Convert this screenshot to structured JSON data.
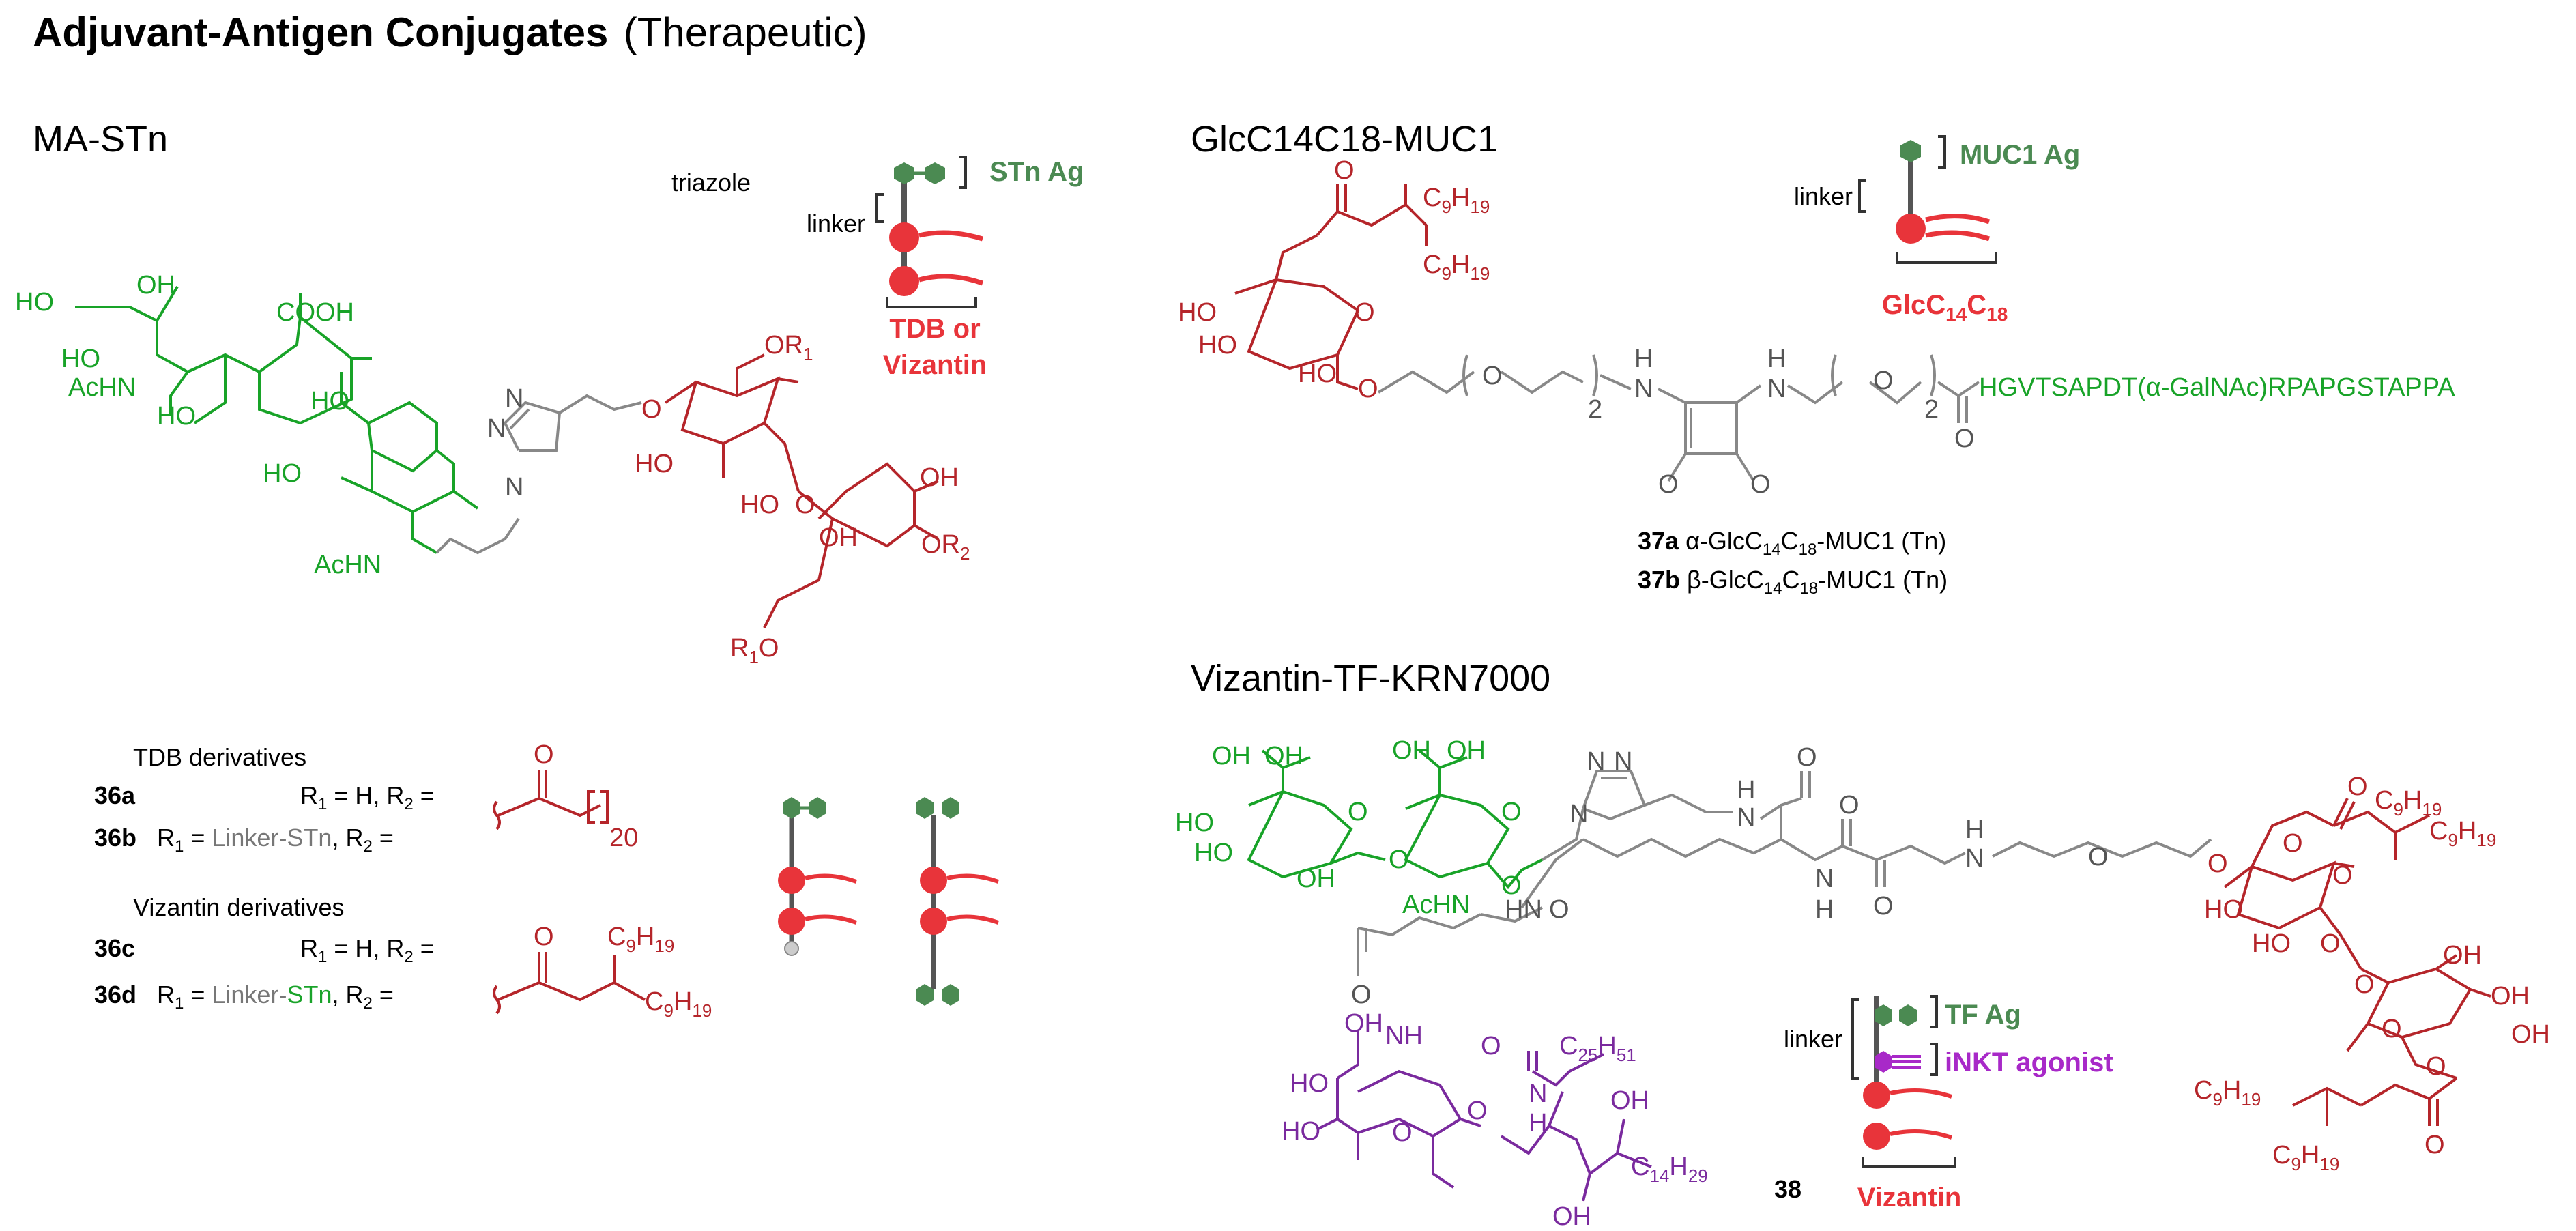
{
  "title": {
    "bold": "Adjuvant-Antigen Conjugates",
    "normal": "(Therapeutic)"
  },
  "sections": {
    "ma_stn": "MA-STn",
    "glc": "GlcC14C18-MUC1",
    "viz": "Vizantin-TF-KRN7000"
  },
  "ma_stn": {
    "schematic": {
      "triazole": "triazole",
      "linker": "linker",
      "antigen": "STn Ag",
      "adjuvant_line1": "TDB or",
      "adjuvant_line2": "Vizantin"
    },
    "atoms": {
      "ho1": "HO",
      "oh1": "OH",
      "cooh": "COOH",
      "ho2": "HO",
      "achn1": "AcHN",
      "ho3": "HO",
      "ho4": "HO",
      "achn2": "AcHN",
      "or1": "OR",
      "or1_sub": "1",
      "ho5": "HO",
      "ho6": "HO",
      "oh2": "OH",
      "oh3": "OH",
      "or2": "OR",
      "or2_sub": "2",
      "r1o": "R",
      "r1o_sub": "1",
      "r1o_o": "O"
    },
    "tdb_header": "TDB derivatives",
    "viz_header": "Vizantin derivatives",
    "rows": [
      {
        "id": "36a",
        "r1": "R",
        "r1sub": "1",
        "eq": " = H, R",
        "r2sub": "2",
        "end": " ="
      },
      {
        "id": "36b",
        "r1": "R",
        "r1sub": "1",
        "eq": " = ",
        "mid": "Linker-STn",
        "eq2": ", R",
        "r2sub": "2",
        "end": " ="
      },
      {
        "id": "36c",
        "r1": "R",
        "r1sub": "1",
        "eq": " = H, R",
        "r2sub": "2",
        "end": " ="
      },
      {
        "id": "36d",
        "r1": "R",
        "r1sub": "1",
        "eq": " = ",
        "mid_gray": "Linker-",
        "mid_green": "STn",
        "eq2": ", R",
        "r2sub": "2",
        "end": " ="
      }
    ],
    "acyl": {
      "o": "O",
      "n20": "20",
      "c9h19": "C",
      "c9h19_sub1": "9",
      "h": "H",
      "c9h19_sub2": "19"
    }
  },
  "glc": {
    "schematic": {
      "linker": "linker",
      "antigen": "MUC1 Ag",
      "adjuvant": "GlcC",
      "adj_sub1": "14",
      "adj_c": "C",
      "adj_sub2": "18"
    },
    "atoms": {
      "o1": "O",
      "ho1": "HO",
      "ho2": "HO",
      "ho3": "HO",
      "n1": "N",
      "h1": "H",
      "n2": "N",
      "h2": "H",
      "sub2a": "2",
      "sub2b": "2",
      "o2": "O",
      "o3": "O",
      "o4": "O",
      "o5": "O"
    },
    "sequence": "HGVTSAPDT(α-GalNAc)RPAPGSTAPPA",
    "compounds": [
      {
        "id": "37a",
        "prefix": "α-GlcC",
        "s1": "14",
        "c": "C",
        "s2": "18",
        "suffix": "-MUC1 (Tn)"
      },
      {
        "id": "37b",
        "prefix": "β-GlcC",
        "s1": "14",
        "c": "C",
        "s2": "18",
        "suffix": "-MUC1 (Tn)"
      }
    ]
  },
  "viz": {
    "atoms": {
      "oh1": "OH",
      "oh2": "OH",
      "oh3": "OH",
      "ho1": "HO",
      "ho2": "HO",
      "oh4": "OH",
      "achn": "AcHN",
      "o_gal": "O",
      "o_link": "O",
      "n3": "N",
      "n": "N",
      "hn1": "HN",
      "hn2": "HN",
      "h1": "H",
      "n4": "N",
      "h2": "H",
      "n5": "N",
      "o1": "O",
      "o2": "O",
      "o3": "O",
      "o4": "O",
      "o5": "O",
      "o6": "O",
      "o7": "O",
      "oh5": "OH",
      "nh": "NH",
      "ho3": "HO",
      "ho4": "HO",
      "o8": "O",
      "c25": "C",
      "c25s": "25",
      "h51": "H",
      "h51s": "51",
      "nh2": "N",
      "h3": "H",
      "oh6": "OH",
      "oh7": "OH",
      "c14": "C",
      "c14s": "14",
      "h29": "H",
      "h29s": "29",
      "ho5": "HO",
      "ho6": "HO",
      "oh8": "OH",
      "oh9": "OH",
      "oh10": "OH"
    },
    "schematic": {
      "linker": "linker",
      "antigen": "TF Ag",
      "agonist": "iNKT agonist",
      "adjuvant": "Vizantin"
    },
    "compound": "38"
  },
  "colors": {
    "green_mark": "#4b8a52",
    "red_mark": "#e8343a",
    "purple_mark": "#a829c8",
    "dark_red": "#b5252a",
    "green_text": "#18a328"
  }
}
